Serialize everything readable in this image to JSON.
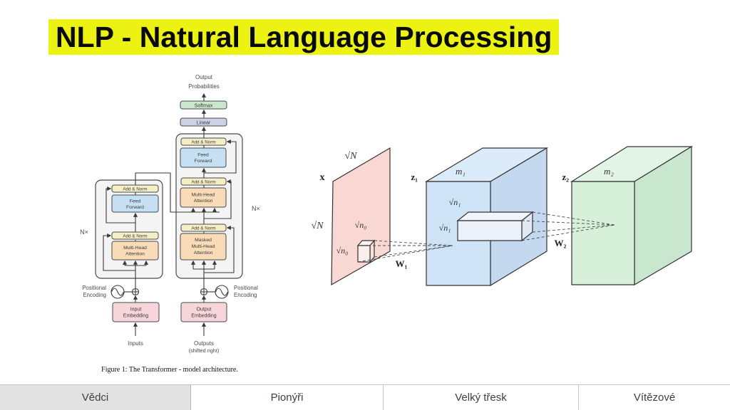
{
  "title": {
    "text": "NLP - Natural Language Processing"
  },
  "colors": {
    "highlight": "#ecf212",
    "softmax": "#c9e7ca",
    "linear": "#ccd2e6",
    "add_norm": "#f4efc5",
    "feed_forward": "#c5e0f2",
    "attention": "#f9dcb7",
    "embedding": "#f8d5da",
    "input_plane": "#f9d8d4",
    "hidden_cube_front": "#cfe3f6",
    "output_cube_front": "#d7f0da",
    "active_tab_bg": "#e2e2e2"
  },
  "transformer": {
    "output_prob_1": "Output",
    "output_prob_2": "Probabilities",
    "softmax": "Softmax",
    "linear": "Linear",
    "add_norm": "Add & Norm",
    "feed_1": "Feed",
    "feed_2": "Forward",
    "mha_1": "Multi-Head",
    "mha_2": "Attention",
    "masked_1": "Masked",
    "masked_2": "Multi-Head",
    "masked_3": "Attention",
    "nx": "N×",
    "pos_1": "Positional",
    "pos_2": "Encoding",
    "in_emb_1": "Input",
    "in_emb_2": "Embedding",
    "out_emb_1": "Output",
    "out_emb_2": "Embedding",
    "inputs": "Inputs",
    "outputs_1": "Outputs",
    "outputs_2": "(shifted right)",
    "caption": "Figure 1: The Transformer - model architecture."
  },
  "network": {
    "x": "x",
    "z1": "z₁",
    "z2": "z₂",
    "m1": "m₁",
    "m2": "m₂",
    "w1": "W₁",
    "w2": "W₂",
    "sqrt_N": "√N",
    "sqrt_n0": "√n₀",
    "sqrt_n1": "√n₁"
  },
  "tabs": [
    {
      "label": "Vědci",
      "active": true
    },
    {
      "label": "Pionýři",
      "active": false
    },
    {
      "label": "Velký třesk",
      "active": false
    },
    {
      "label": "Vítězové",
      "active": false
    }
  ]
}
